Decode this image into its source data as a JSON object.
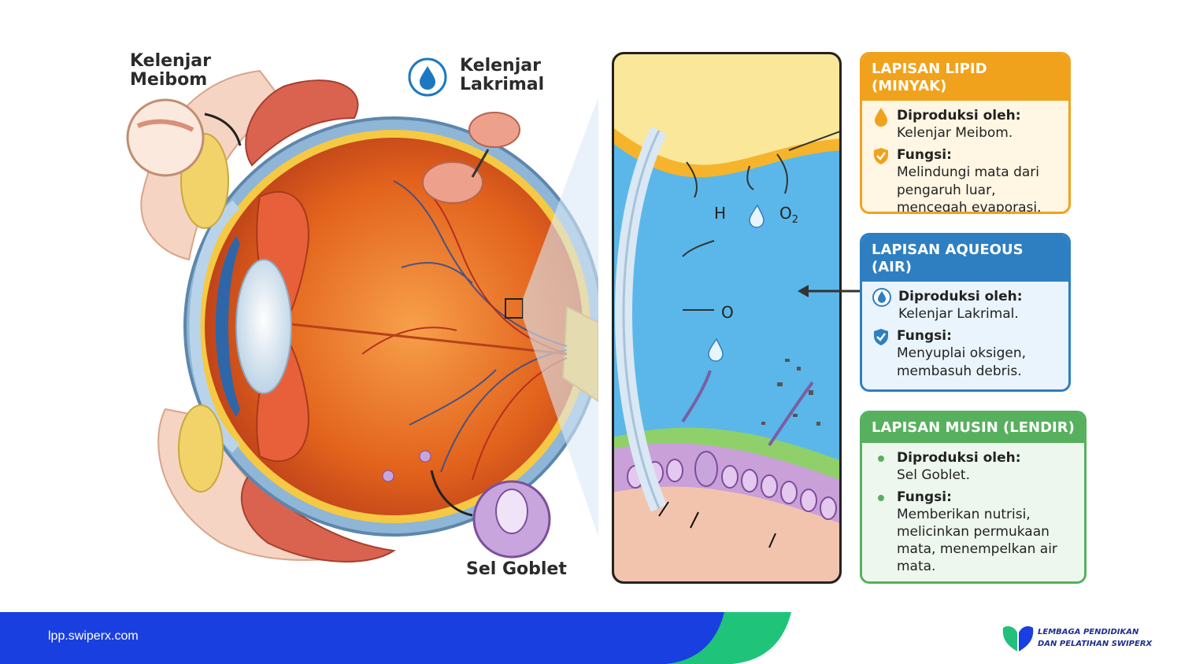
{
  "diagram": {
    "labels": {
      "meibom": "Kelenjar\nMeibom",
      "lakrimal": "Kelenjar\nLakrimal",
      "goblet": "Sel Goblet"
    },
    "inset_symbols": {
      "h": "H",
      "o2_base": "O",
      "o2_sub": "2",
      "o": "O"
    },
    "panels": [
      {
        "title": "LAPISAN LIPID (MINYAK)",
        "color": "#f1a21c",
        "bg": "#fff6e3",
        "rows": [
          {
            "icon": "drop-icon",
            "head": "Diproduksi oleh:",
            "text": "Kelenjar Meibom."
          },
          {
            "icon": "shield-check-icon",
            "head": "Fungsi:",
            "text": "Melindungi mata dari pengaruh luar, mencegah evaporasi."
          }
        ]
      },
      {
        "title": "LAPISAN AQUEOUS (AIR)",
        "color": "#2e7fc2",
        "bg": "#eaf4fc",
        "rows": [
          {
            "icon": "water-drop-icon",
            "head": "Diproduksi oleh:",
            "text": "Kelenjar Lakrimal."
          },
          {
            "icon": "shield-check-icon",
            "head": "Fungsi:",
            "text": "Menyuplai oksigen, membasuh debris."
          }
        ]
      },
      {
        "title": "LAPISAN MUSIN (LENDIR)",
        "color": "#57b05e",
        "bg": "#eef7ee",
        "rows": [
          {
            "icon": "bullet-icon",
            "head": "Diproduksi oleh:",
            "text": "Sel Goblet."
          },
          {
            "icon": "bullet-icon",
            "head": "Fungsi:",
            "text": "Memberikan nutrisi, melicinkan permukaan mata, menempelkan air mata."
          }
        ]
      }
    ]
  },
  "footer": {
    "url": "lpp.swiperx.com",
    "brand_line1": "LEMBAGA PENDIDIKAN",
    "brand_line2": "DAN PELATIHAN SWIPERX",
    "bar_color": "#1a3fe0",
    "accent_color": "#1fc47a"
  }
}
